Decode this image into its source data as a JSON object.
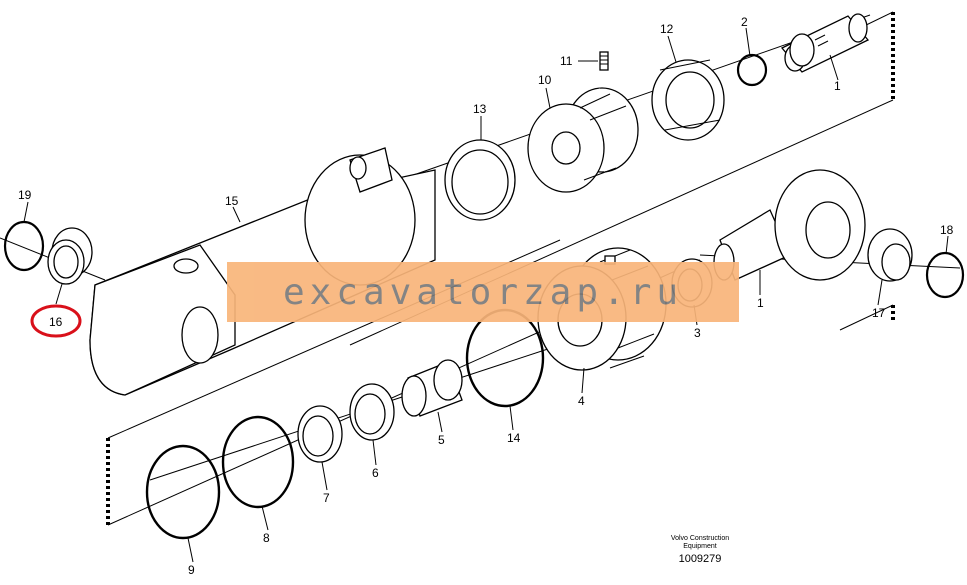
{
  "diagram": {
    "callouts": [
      {
        "id": "1",
        "label": "1"
      },
      {
        "id": "1b",
        "label": "1"
      },
      {
        "id": "2",
        "label": "2"
      },
      {
        "id": "3",
        "label": "3"
      },
      {
        "id": "4",
        "label": "4"
      },
      {
        "id": "5",
        "label": "5"
      },
      {
        "id": "6",
        "label": "6"
      },
      {
        "id": "7",
        "label": "7"
      },
      {
        "id": "8",
        "label": "8"
      },
      {
        "id": "9",
        "label": "9"
      },
      {
        "id": "10",
        "label": "10"
      },
      {
        "id": "11",
        "label": "11"
      },
      {
        "id": "12",
        "label": "12"
      },
      {
        "id": "13",
        "label": "13"
      },
      {
        "id": "14",
        "label": "14"
      },
      {
        "id": "15",
        "label": "15"
      },
      {
        "id": "16",
        "label": "16"
      },
      {
        "id": "17",
        "label": "17"
      },
      {
        "id": "18",
        "label": "18"
      },
      {
        "id": "19",
        "label": "19"
      }
    ],
    "highlighted_callout": "16",
    "highlight_color": "#d9101a",
    "watermark": "excavatorzap.ru",
    "watermark_color": "#f9b57a",
    "maker_line1": "Volvo Construction",
    "maker_line2": "Equipment",
    "drawing_number": "1009279"
  }
}
